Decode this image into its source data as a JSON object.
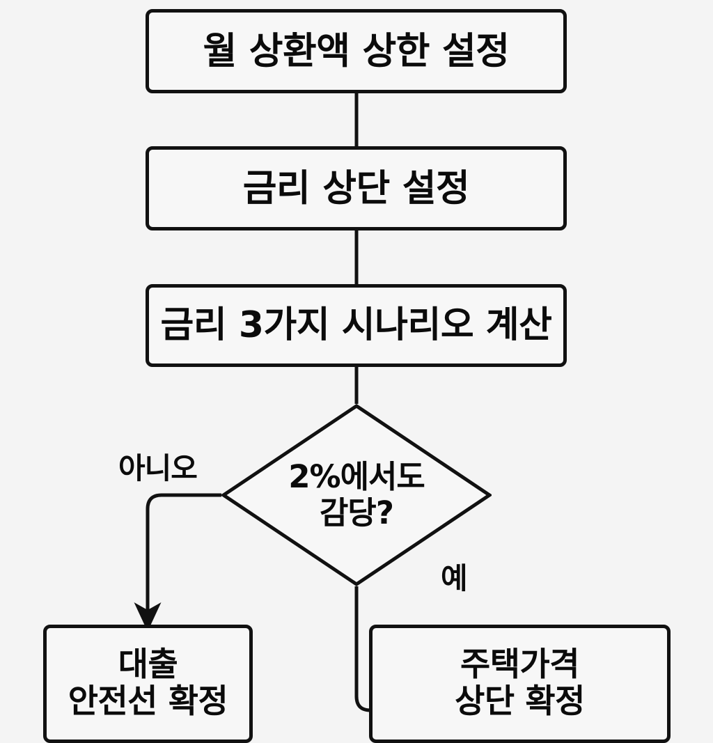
{
  "diagram": {
    "type": "flowchart",
    "orientation": "top-to-bottom",
    "background_color": "#f4f4f4",
    "line_color": "#111111",
    "text_color": "#0b0b0b",
    "nodes": [
      {
        "id": "monthly-cap",
        "shape": "rounded-rectangle",
        "text": "월 상환액 상한 설정"
      },
      {
        "id": "rate-ceiling",
        "shape": "rounded-rectangle",
        "text": "금리 상단 설정"
      },
      {
        "id": "three-scenarios",
        "shape": "rounded-rectangle",
        "text": "금리 3가지 시나리오 계산"
      },
      {
        "id": "decision",
        "shape": "diamond",
        "text": "2%에서도\n감당?"
      },
      {
        "id": "loan-safe-line",
        "shape": "rounded-rectangle",
        "text": "대출\n안전선 확정"
      },
      {
        "id": "price-ceiling",
        "shape": "rounded-rectangle",
        "text": "주택가격\n상단 확정"
      }
    ],
    "branch_labels": {
      "no": "아니오",
      "yes": "예"
    }
  }
}
